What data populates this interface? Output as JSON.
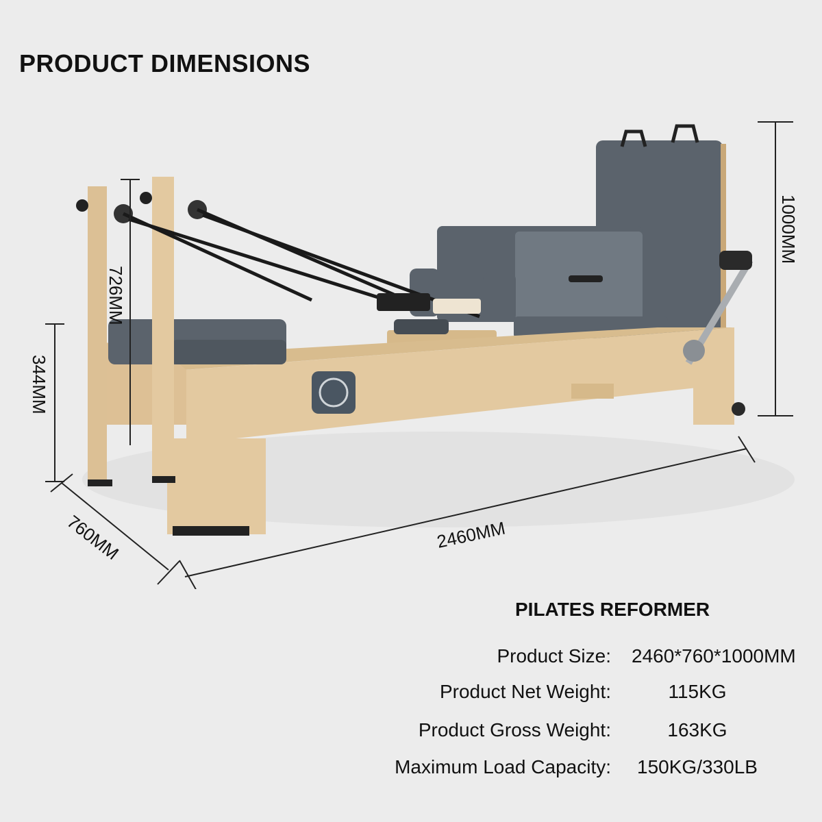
{
  "page_title": "PRODUCT DIMENSIONS",
  "dimension_labels": {
    "height_full": "1000MM",
    "height_frame": "726MM",
    "height_bed": "344MM",
    "width": "760MM",
    "length": "2460MM"
  },
  "product": {
    "name": "PILATES REFORMER",
    "specs": [
      {
        "label": "Product Size:",
        "value": "2460*760*1000MM"
      },
      {
        "label": "Product Net Weight:",
        "value": "115KG"
      },
      {
        "label": "Product Gross Weight:",
        "value": "163KG"
      },
      {
        "label": "Maximum Load Capacity:",
        "value": "150KG/330LB"
      }
    ]
  },
  "colors": {
    "background": "#ececec",
    "wood": "#e3c9a0",
    "wood_dark": "#c9a878",
    "upholstery": "#5b636c",
    "upholstery_light": "#707982"
  },
  "icons": [
    "brand-badge-icon",
    "hand-loop-icon",
    "spring-pulley-icon"
  ]
}
